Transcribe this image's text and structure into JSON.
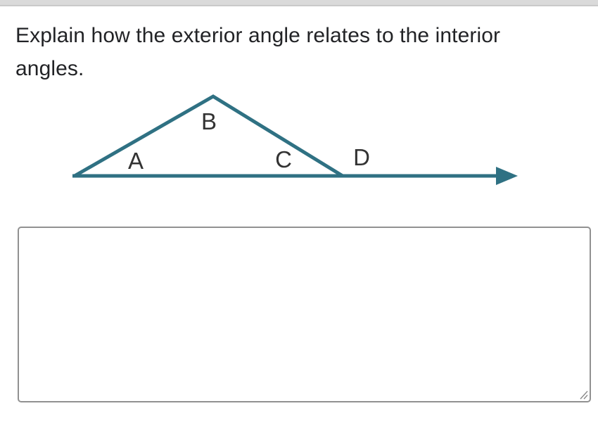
{
  "question": {
    "text": "Explain how the exterior angle relates to the interior angles."
  },
  "diagram": {
    "labels": {
      "a": "A",
      "b": "B",
      "c": "C",
      "d": "D"
    },
    "stroke_color": "#2f7183",
    "label_color": "#333333"
  },
  "answer_box": {
    "value": "",
    "placeholder": ""
  },
  "colors": {
    "topbar": "#dadada",
    "question_text": "#222326",
    "textarea_border": "#919191",
    "grippy": "#8a8a8a"
  }
}
